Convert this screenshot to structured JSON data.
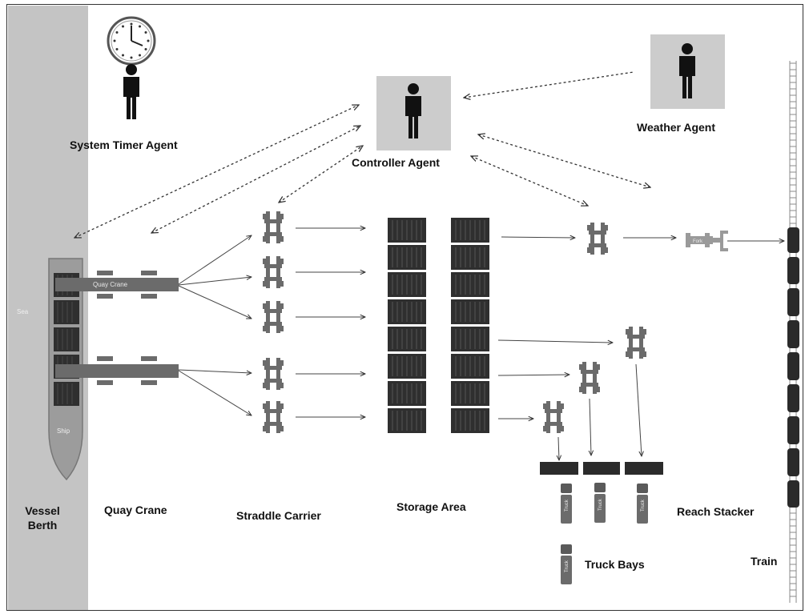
{
  "labels": {
    "system_timer_agent": "System Timer Agent",
    "controller_agent": "Controller Agent",
    "weather_agent": "Weather Agent",
    "vessel_berth_1": "Vessel",
    "vessel_berth_2": "Berth",
    "quay_crane": "Quay Crane",
    "straddle_carrier": "Straddle Carrier",
    "storage_area": "Storage Area",
    "reach_stacker": "Reach Stacker",
    "truck_bays": "Truck Bays",
    "train": "Train"
  },
  "small_text": {
    "sea": "Sea",
    "ship": "Ship",
    "quay_crane_boom": "Quay Crane",
    "reach_stacker_tag": "Fork",
    "truck": "Truck"
  },
  "colors": {
    "sea": "#c4c4c4",
    "agent_box": "#cccccc",
    "dark": "#1a1a1a",
    "equipment": "#6b6b6b",
    "container": "#2f2f2f",
    "truck_bay": "#2b2b2b"
  },
  "icons": {
    "clock": "clock-icon",
    "agent": "person-icon"
  }
}
